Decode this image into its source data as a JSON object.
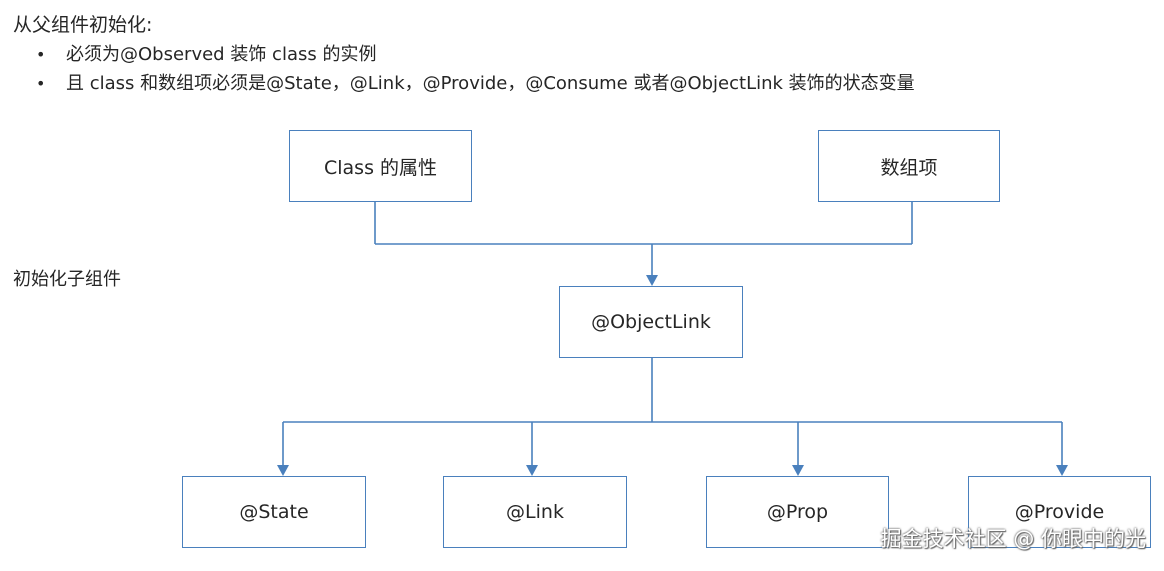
{
  "heading": "从父组件初始化:",
  "bullets": [
    "必须为@Observed 装饰 class 的实例",
    "且 class 和数组项必须是@State，@Link，@Provide，@Consume 或者@ObjectLink 装饰的状态变量"
  ],
  "side_label": "初始化子组件",
  "boxes": {
    "class_property": "Class 的属性",
    "array_item": "数组项",
    "object_link": "@ObjectLink",
    "state": "@State",
    "link": "@Link",
    "prop": "@Prop",
    "provide": "@Provide"
  },
  "watermark": "掘金技术社区 @ 你眼中的光",
  "colors": {
    "box_border": "#4a80bd",
    "connector": "#4a80bd",
    "text": "#262626"
  }
}
